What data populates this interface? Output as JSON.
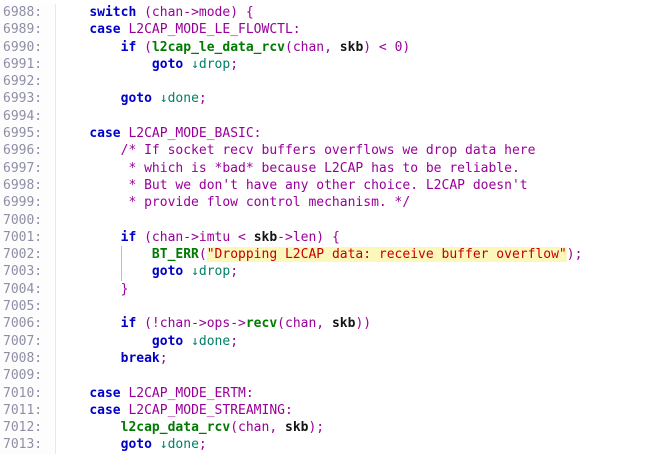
{
  "editor": {
    "language": "c",
    "colors": {
      "page_bg": "#ffffff",
      "gutter_bg": "#fdfdfe",
      "gutter_border": "#e7e7f0",
      "line_number": "#8e8ea6",
      "plain": "#990099",
      "comment": "#990099",
      "keyword": "#0000c8",
      "function": "#007a00",
      "goto_target": "#008066",
      "symbol_emphasis": "#141414",
      "string_fg": "#c60000",
      "string_bg": "#fcf7ba",
      "indent_guide": "#bcbcd2"
    },
    "token_names": {
      "p": "code-plain",
      "c": "comment",
      "k": "keyword",
      "f": "function-link",
      "t": "goto-target-link",
      "e": "highlighted-symbol",
      "s": "string-literal"
    },
    "lines": [
      {
        "n": "6988:",
        "segs": [
          [
            "    ",
            "p"
          ],
          [
            "switch",
            "k"
          ],
          [
            " (chan->mode) {",
            "p"
          ]
        ]
      },
      {
        "n": "6989:",
        "segs": [
          [
            "    ",
            "p"
          ],
          [
            "case",
            "k"
          ],
          [
            " L2CAP_MODE_LE_FLOWCTL:",
            "p"
          ]
        ]
      },
      {
        "n": "6990:",
        "segs": [
          [
            "        ",
            "p"
          ],
          [
            "if",
            "k"
          ],
          [
            " (",
            "p"
          ],
          [
            "l2cap_le_data_rcv",
            "f"
          ],
          [
            "(chan, ",
            "p"
          ],
          [
            "skb",
            "e"
          ],
          [
            ") < 0)",
            "p"
          ]
        ]
      },
      {
        "n": "6991:",
        "segs": [
          [
            "            ",
            "p"
          ],
          [
            "goto",
            "k"
          ],
          [
            " ",
            "p"
          ],
          [
            "↓drop",
            "t"
          ],
          [
            ";",
            "p"
          ]
        ]
      },
      {
        "n": "6992:",
        "segs": []
      },
      {
        "n": "6993:",
        "segs": [
          [
            "        ",
            "p"
          ],
          [
            "goto",
            "k"
          ],
          [
            " ",
            "p"
          ],
          [
            "↓done",
            "t"
          ],
          [
            ";",
            "p"
          ]
        ]
      },
      {
        "n": "6994:",
        "segs": []
      },
      {
        "n": "6995:",
        "segs": [
          [
            "    ",
            "p"
          ],
          [
            "case",
            "k"
          ],
          [
            " L2CAP_MODE_BASIC:",
            "p"
          ]
        ]
      },
      {
        "n": "6996:",
        "segs": [
          [
            "        /* If socket recv buffers overflows we drop data here",
            "c"
          ]
        ]
      },
      {
        "n": "6997:",
        "segs": [
          [
            "         * which is *bad* because L2CAP has to be reliable.",
            "c"
          ]
        ]
      },
      {
        "n": "6998:",
        "segs": [
          [
            "         * But we don't have any other choice. L2CAP doesn't",
            "c"
          ]
        ]
      },
      {
        "n": "6999:",
        "segs": [
          [
            "         * provide flow control mechanism. */",
            "c"
          ]
        ]
      },
      {
        "n": "7000:",
        "segs": []
      },
      {
        "n": "7001:",
        "segs": [
          [
            "        ",
            "p"
          ],
          [
            "if",
            "k"
          ],
          [
            " (chan->imtu < ",
            "p"
          ],
          [
            "skb",
            "e"
          ],
          [
            "->len) {",
            "p"
          ]
        ]
      },
      {
        "n": "7002:",
        "g": 8,
        "segs": [
          [
            "            ",
            "p"
          ],
          [
            "BT_ERR",
            "f"
          ],
          [
            "(",
            "p"
          ],
          [
            "\"Dropping L2CAP data: receive buffer overflow\"",
            "s"
          ],
          [
            ");",
            "p"
          ]
        ]
      },
      {
        "n": "7003:",
        "g": 8,
        "segs": [
          [
            "            ",
            "p"
          ],
          [
            "goto",
            "k"
          ],
          [
            " ",
            "p"
          ],
          [
            "↓drop",
            "t"
          ],
          [
            ";",
            "p"
          ]
        ]
      },
      {
        "n": "7004:",
        "segs": [
          [
            "        }",
            "p"
          ]
        ]
      },
      {
        "n": "7005:",
        "segs": []
      },
      {
        "n": "7006:",
        "segs": [
          [
            "        ",
            "p"
          ],
          [
            "if",
            "k"
          ],
          [
            " (!chan->ops->",
            "p"
          ],
          [
            "recv",
            "f"
          ],
          [
            "(chan, ",
            "p"
          ],
          [
            "skb",
            "e"
          ],
          [
            "))",
            "p"
          ]
        ]
      },
      {
        "n": "7007:",
        "segs": [
          [
            "            ",
            "p"
          ],
          [
            "goto",
            "k"
          ],
          [
            " ",
            "p"
          ],
          [
            "↓done",
            "t"
          ],
          [
            ";",
            "p"
          ]
        ]
      },
      {
        "n": "7008:",
        "segs": [
          [
            "        ",
            "p"
          ],
          [
            "break",
            "k"
          ],
          [
            ";",
            "p"
          ]
        ]
      },
      {
        "n": "7009:",
        "segs": []
      },
      {
        "n": "7010:",
        "segs": [
          [
            "    ",
            "p"
          ],
          [
            "case",
            "k"
          ],
          [
            " L2CAP_MODE_ERTM:",
            "p"
          ]
        ]
      },
      {
        "n": "7011:",
        "segs": [
          [
            "    ",
            "p"
          ],
          [
            "case",
            "k"
          ],
          [
            " L2CAP_MODE_STREAMING:",
            "p"
          ]
        ]
      },
      {
        "n": "7012:",
        "segs": [
          [
            "        ",
            "p"
          ],
          [
            "l2cap_data_rcv",
            "f"
          ],
          [
            "(chan, ",
            "p"
          ],
          [
            "skb",
            "e"
          ],
          [
            ");",
            "p"
          ]
        ]
      },
      {
        "n": "7013:",
        "segs": [
          [
            "        ",
            "p"
          ],
          [
            "goto",
            "k"
          ],
          [
            " ",
            "p"
          ],
          [
            "↓done",
            "t"
          ],
          [
            ";",
            "p"
          ]
        ]
      }
    ]
  }
}
